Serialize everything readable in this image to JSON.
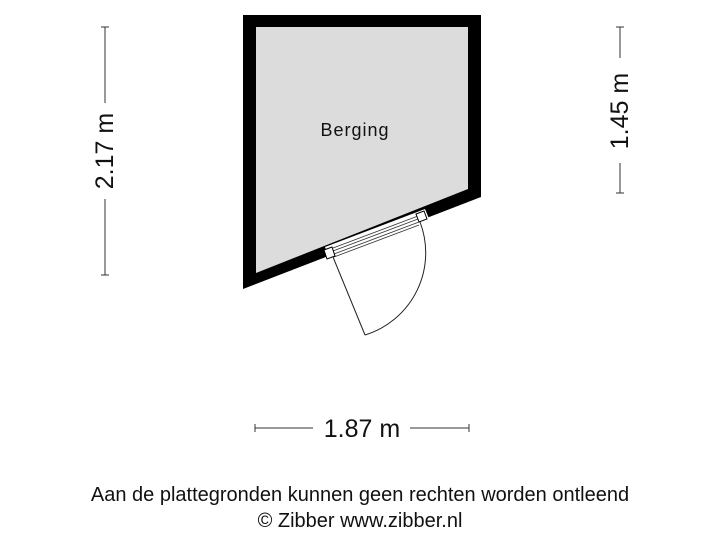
{
  "floorplan": {
    "rooms": [
      {
        "name": "Berging"
      }
    ],
    "dimensions": {
      "left_height": "2.17 m",
      "right_height": "1.45 m",
      "bottom_width": "1.87 m"
    },
    "colors": {
      "wall": "#000000",
      "room_fill": "#dcdcdc",
      "background": "#ffffff"
    }
  },
  "footer": {
    "disclaimer": "Aan de plattegronden kunnen geen rechten worden ontleend",
    "copyright": "© Zibber www.zibber.nl"
  }
}
